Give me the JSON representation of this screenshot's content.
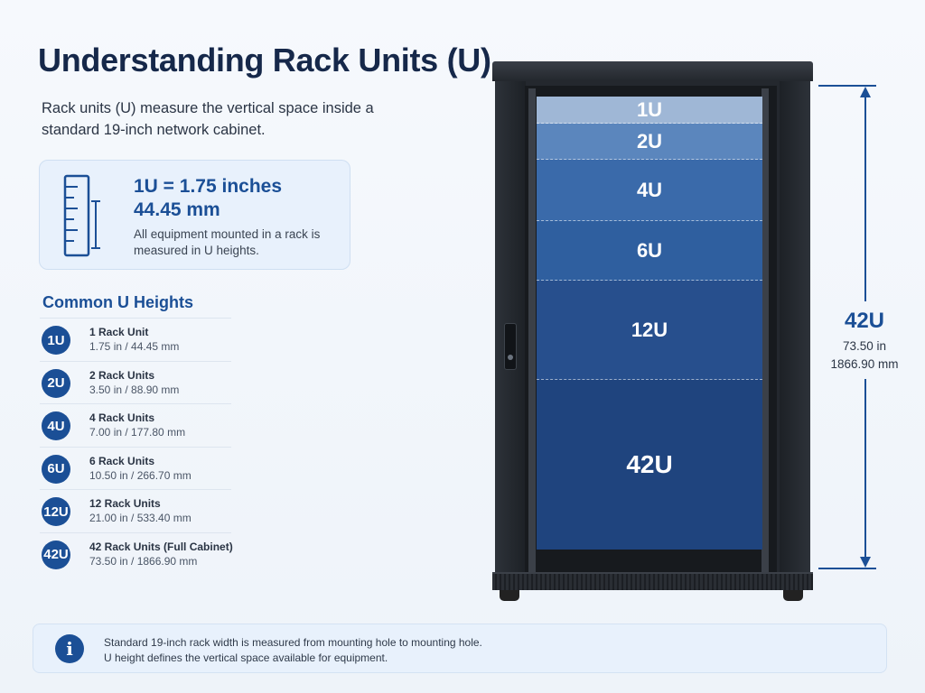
{
  "title": "Understanding Rack Units (U)",
  "subtitle": "Rack units (U) measure the vertical space inside a standard 19-inch network cabinet.",
  "info_card": {
    "icon": "ruler-icon",
    "value_inches": "1U = 1.75 inches",
    "value_mm": "44.45 mm",
    "description": "All equipment mounted in a rack is measured in U heights."
  },
  "common_heights": {
    "heading": "Common U Heights",
    "items": [
      {
        "badge": "1U",
        "name": "1 Rack Unit",
        "size": "1.75 in / 44.45 mm"
      },
      {
        "badge": "2U",
        "name": "2 Rack Units",
        "size": "3.50 in / 88.90 mm"
      },
      {
        "badge": "4U",
        "name": "4 Rack Units",
        "size": "7.00 in / 177.80 mm"
      },
      {
        "badge": "6U",
        "name": "6 Rack Units",
        "size": "10.50 in / 266.70 mm"
      },
      {
        "badge": "12U",
        "name": "12 Rack Units",
        "size": "21.00 in / 533.40 mm"
      },
      {
        "badge": "42U",
        "name": "42 Rack Units (Full Cabinet)",
        "size": "73.50 in / 1866.90 mm"
      }
    ]
  },
  "cabinet": {
    "zones": [
      {
        "label": "1U",
        "color": "#9fb7d6"
      },
      {
        "label": "2U",
        "color": "#5b86bd"
      },
      {
        "label": "4U",
        "color": "#3a6aaa"
      },
      {
        "label": "6U",
        "color": "#2f5f9f"
      },
      {
        "label": "12U",
        "color": "#274f8d"
      },
      {
        "label": "42U",
        "color": "#1f447e"
      }
    ],
    "total": {
      "label": "42U",
      "inches": "73.50 in",
      "mm": "1866.90 mm"
    }
  },
  "footer": {
    "icon": "info-icon",
    "line1": "Standard 19-inch rack width is measured from mounting hole to mounting hole.",
    "line2": "U height defines the vertical space available for equipment."
  },
  "colors": {
    "accent": "#1b4f96",
    "background": "#f3f7fc",
    "card": "#e8f1fc"
  }
}
